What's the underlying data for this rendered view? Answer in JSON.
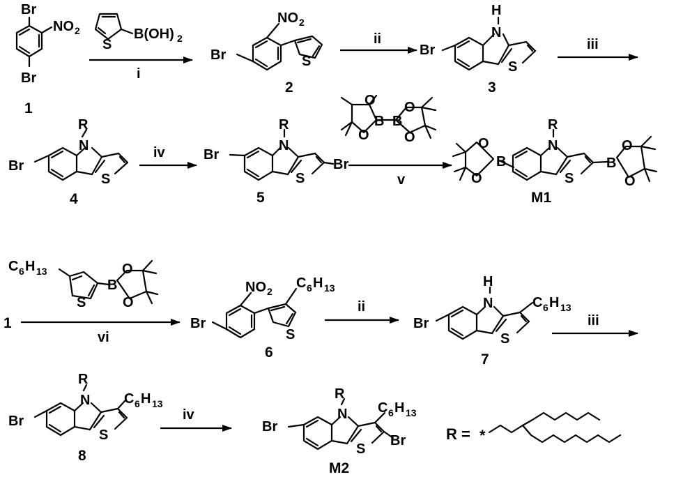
{
  "atoms": {
    "br": "Br",
    "no2_no": "NO",
    "no2_sub": "2",
    "s": "S",
    "n": "N",
    "h": "H",
    "r": "R",
    "b": "B",
    "o": "O",
    "boronic_main": "B(OH)",
    "boronic_sub": "2",
    "hexyl_c": "C",
    "hexyl_c_sub": "6",
    "hexyl_h": "H",
    "hexyl_h_sub": "13",
    "r_def": "R =",
    "star": "*"
  },
  "compounds": [
    "1",
    "2",
    "3",
    "4",
    "5",
    "M1",
    "6",
    "7",
    "8",
    "M2"
  ],
  "steps": {
    "i": "i",
    "ii": "ii",
    "iii": "iii",
    "iv": "iv",
    "v": "v",
    "vi": "vi"
  }
}
